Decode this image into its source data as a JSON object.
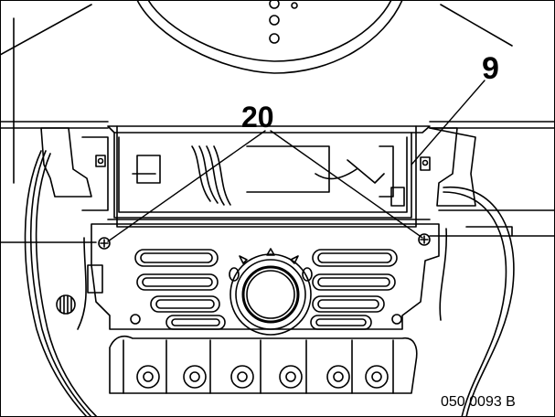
{
  "figure": {
    "callouts": [
      {
        "id": "c9",
        "label": "9"
      },
      {
        "id": "c20",
        "label": "20"
      }
    ],
    "figure_number": "050 0093 B"
  }
}
